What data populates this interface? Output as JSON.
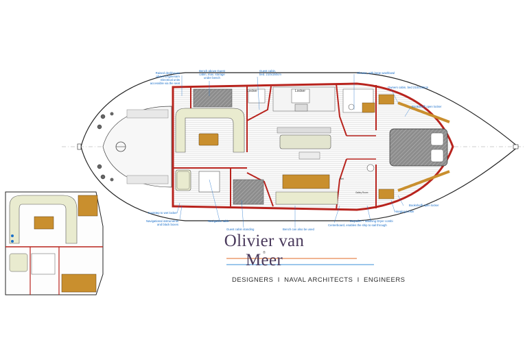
{
  "annotations": {
    "raised_deckhouse": "Raised deckhouse\nabove Enginenam\nElectrical units\naccessible via the seat",
    "bench_above": "Bench above Guest\ncabin, max. storage\nunder bench",
    "guest_cabin_bed": "Guest cabin,\nbed. 210x150cm",
    "shower": "Shower, with large washbowl",
    "owners_cabin": "Owners cabin, bed 210x150cm",
    "bookshelf_top": "Bookshelf/ open locker",
    "footstep": "Footstep to wet locker",
    "nav_instruments": "Navigational instruments\nand black boxes",
    "nav_table": "Navigation table",
    "guest_standing": "Guest cabin standing",
    "bench_used": "Bench can also be used",
    "centerboard": "Centerboard, enables the ship to sail through",
    "daytoilet": "Daytoilet + Washing Dryer combi",
    "bookshelf_bottom": "Bookshelf/ open locker",
    "hanging_locker": "Hanging locker"
  },
  "plan_labels": {
    "locker_left": "Locker",
    "locker_right": "Locker",
    "galley_small": "Galley Room",
    "wet_small": "Wet"
  },
  "brand": {
    "name": "Olivier van Meer",
    "registered": "®",
    "tagline": "DESIGNERS  I  NAVAL ARCHITECTS  I  ENGINEERS"
  },
  "colors": {
    "hull_outline": "#222222",
    "bulkhead": "#b8231d",
    "annotation": "#1a6fc9",
    "cushion": "#e9ebcf",
    "wood": "#c98f2e",
    "grey_fill": "#9a9a9a",
    "brand_text": "#4a3a5c",
    "logo_line_orange": "#e06a26",
    "logo_line_blue": "#3a8fd9"
  }
}
